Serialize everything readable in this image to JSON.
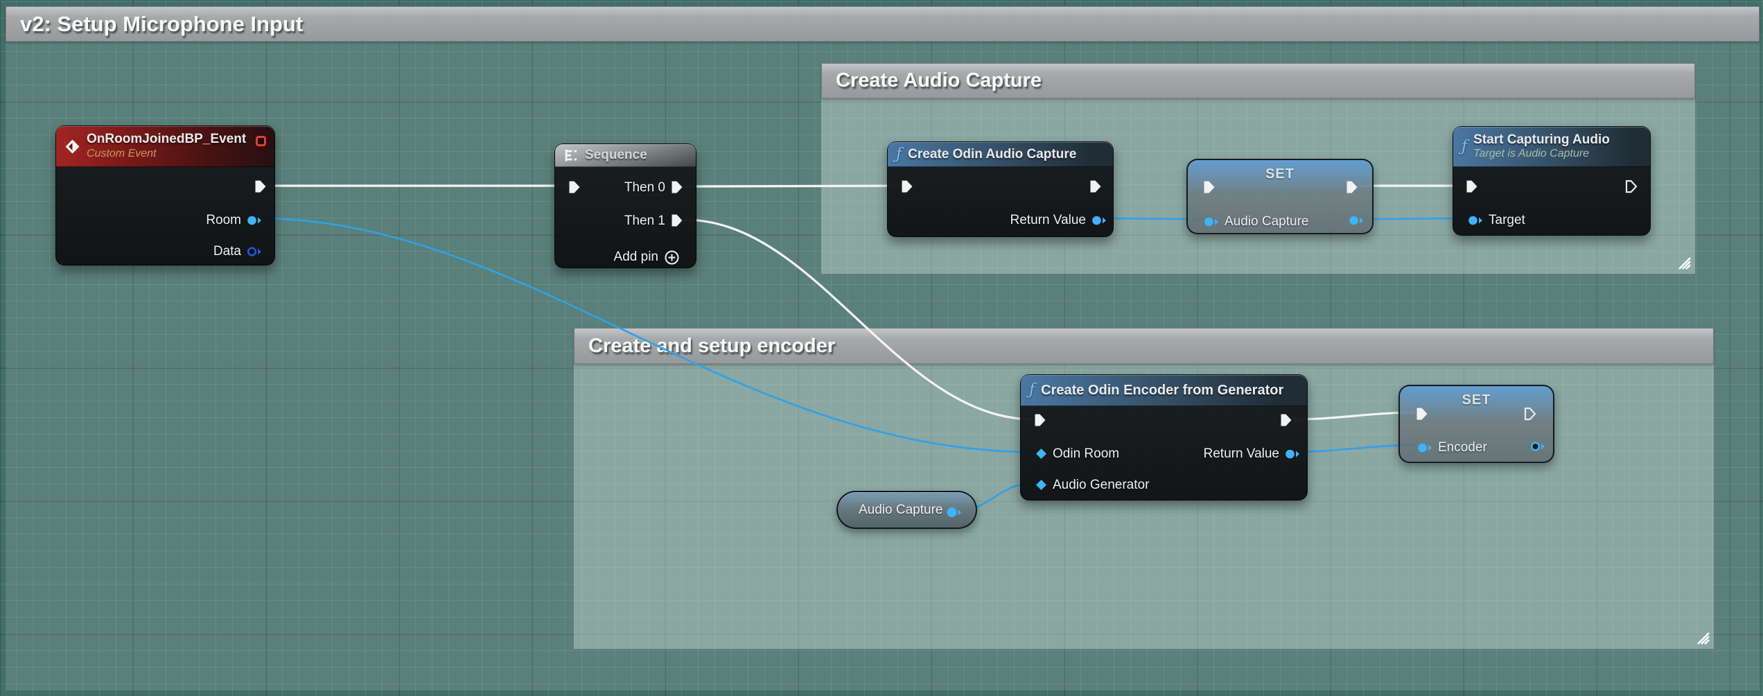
{
  "window": {
    "comment_title": "v2: Setup Microphone Input"
  },
  "comments": {
    "audio_capture": {
      "title": "Create Audio Capture"
    },
    "encoder": {
      "title": "Create and setup encoder"
    }
  },
  "nodes": {
    "event": {
      "title": "OnRoomJoinedBP_Event",
      "subtitle": "Custom Event",
      "room_pin": "Room",
      "data_pin": "Data"
    },
    "sequence": {
      "title": "Sequence",
      "then0": "Then 0",
      "then1": "Then 1",
      "add_pin": "Add pin"
    },
    "create_audio_capture": {
      "title": "Create Odin Audio Capture",
      "return_value": "Return Value"
    },
    "set_audio_capture": {
      "title": "SET",
      "variable": "Audio Capture"
    },
    "start_capturing": {
      "title": "Start Capturing Audio",
      "subtitle": "Target is Audio Capture",
      "target": "Target"
    },
    "create_encoder": {
      "title": "Create Odin Encoder from Generator",
      "odin_room": "Odin Room",
      "audio_generator": "Audio Generator",
      "return_value": "Return Value"
    },
    "set_encoder": {
      "title": "SET",
      "variable": "Encoder"
    },
    "audio_capture_getter": {
      "title": "Audio Capture"
    }
  },
  "colors": {
    "canvas_teal": "#426E67",
    "comment_header_gray": "#A4A6A8",
    "comment_tint": "rgba(237,245,243,0.33)",
    "event_header_red": "#A32523",
    "function_header_blue": "#4A78A4",
    "exec_wire_white": "#F4F4F4",
    "object_wire_cyan": "#2EA2E8",
    "object_pin_cyan": "#3FB3F6",
    "data_pin_blue": "#2B55D9",
    "subtitle_tan": "#C79B5D",
    "subtitle_sage": "#A7BDA3"
  }
}
